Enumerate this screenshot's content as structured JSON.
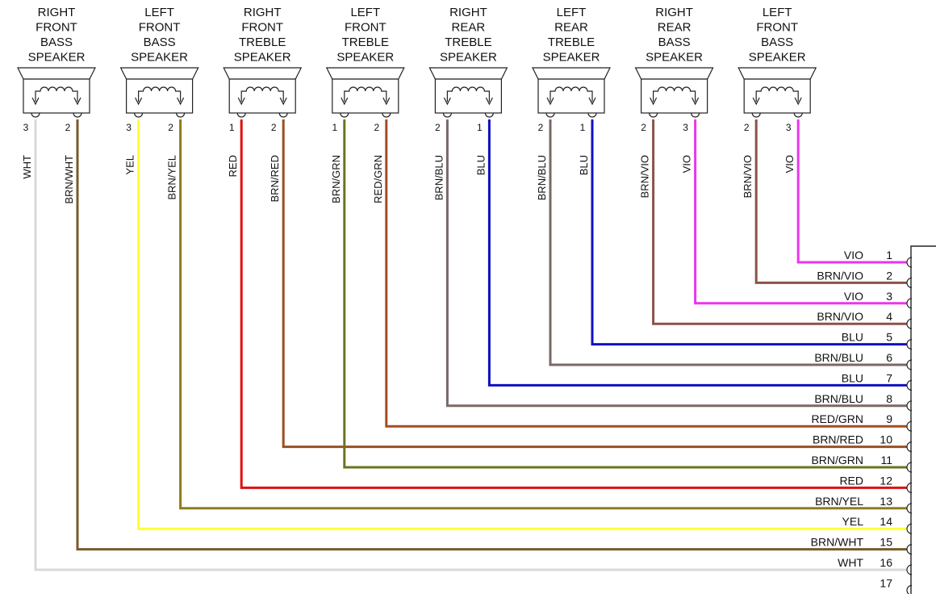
{
  "colors": {
    "WHT": "#d8d8d8",
    "BRN/WHT": "#7a5a28",
    "YEL": "#ffff33",
    "BRN/YEL": "#8f7c1c",
    "RED": "#e01010",
    "BRN/RED": "#9a5024",
    "BRN/GRN": "#6a7420",
    "RED/GRN": "#a84a22",
    "BRN/BLU": "#7a6866",
    "BLU": "#1010c0",
    "BRN/VIO": "#8c5248",
    "VIO": "#ee33ee"
  },
  "speakers": [
    {
      "label": [
        "RIGHT",
        "FRONT",
        "BASS",
        "SPEAKER"
      ],
      "pins": [
        {
          "num": "3",
          "color": "WHT",
          "connector_pin": 16
        },
        {
          "num": "2",
          "color": "BRN/WHT",
          "connector_pin": 15
        }
      ]
    },
    {
      "label": [
        "LEFT",
        "FRONT",
        "BASS",
        "SPEAKER"
      ],
      "pins": [
        {
          "num": "3",
          "color": "YEL",
          "connector_pin": 14
        },
        {
          "num": "2",
          "color": "BRN/YEL",
          "connector_pin": 13
        }
      ]
    },
    {
      "label": [
        "RIGHT",
        "FRONT",
        "TREBLE",
        "SPEAKER"
      ],
      "pins": [
        {
          "num": "1",
          "color": "RED",
          "connector_pin": 12
        },
        {
          "num": "2",
          "color": "BRN/RED",
          "connector_pin": 10
        }
      ]
    },
    {
      "label": [
        "LEFT",
        "FRONT",
        "TREBLE",
        "SPEAKER"
      ],
      "pins": [
        {
          "num": "1",
          "color": "BRN/GRN",
          "connector_pin": 11
        },
        {
          "num": "2",
          "color": "RED/GRN",
          "connector_pin": 9
        }
      ]
    },
    {
      "label": [
        "RIGHT",
        "REAR",
        "TREBLE",
        "SPEAKER"
      ],
      "pins": [
        {
          "num": "2",
          "color": "BRN/BLU",
          "connector_pin": 8
        },
        {
          "num": "1",
          "color": "BLU",
          "connector_pin": 7
        }
      ]
    },
    {
      "label": [
        "LEFT",
        "REAR",
        "TREBLE",
        "SPEAKER"
      ],
      "pins": [
        {
          "num": "2",
          "color": "BRN/BLU",
          "connector_pin": 6
        },
        {
          "num": "1",
          "color": "BLU",
          "connector_pin": 5
        }
      ]
    },
    {
      "label": [
        "RIGHT",
        "REAR",
        "BASS",
        "SPEAKER"
      ],
      "pins": [
        {
          "num": "2",
          "color": "BRN/VIO",
          "connector_pin": 4
        },
        {
          "num": "3",
          "color": "VIO",
          "connector_pin": 3
        }
      ]
    },
    {
      "label": [
        "LEFT",
        "FRONT",
        "BASS",
        "SPEAKER"
      ],
      "pins": [
        {
          "num": "2",
          "color": "BRN/VIO",
          "connector_pin": 2
        },
        {
          "num": "3",
          "color": "VIO",
          "connector_pin": 1
        }
      ]
    }
  ],
  "connector": [
    {
      "num": "1",
      "label": "VIO"
    },
    {
      "num": "2",
      "label": "BRN/VIO"
    },
    {
      "num": "3",
      "label": "VIO"
    },
    {
      "num": "4",
      "label": "BRN/VIO"
    },
    {
      "num": "5",
      "label": "BLU"
    },
    {
      "num": "6",
      "label": "BRN/BLU"
    },
    {
      "num": "7",
      "label": "BLU"
    },
    {
      "num": "8",
      "label": "BRN/BLU"
    },
    {
      "num": "9",
      "label": "RED/GRN"
    },
    {
      "num": "10",
      "label": "BRN/RED"
    },
    {
      "num": "11",
      "label": "BRN/GRN"
    },
    {
      "num": "12",
      "label": "RED"
    },
    {
      "num": "13",
      "label": "BRN/YEL"
    },
    {
      "num": "14",
      "label": "YEL"
    },
    {
      "num": "15",
      "label": "BRN/WHT"
    },
    {
      "num": "16",
      "label": "WHT"
    },
    {
      "num": "17",
      "label": ""
    }
  ]
}
